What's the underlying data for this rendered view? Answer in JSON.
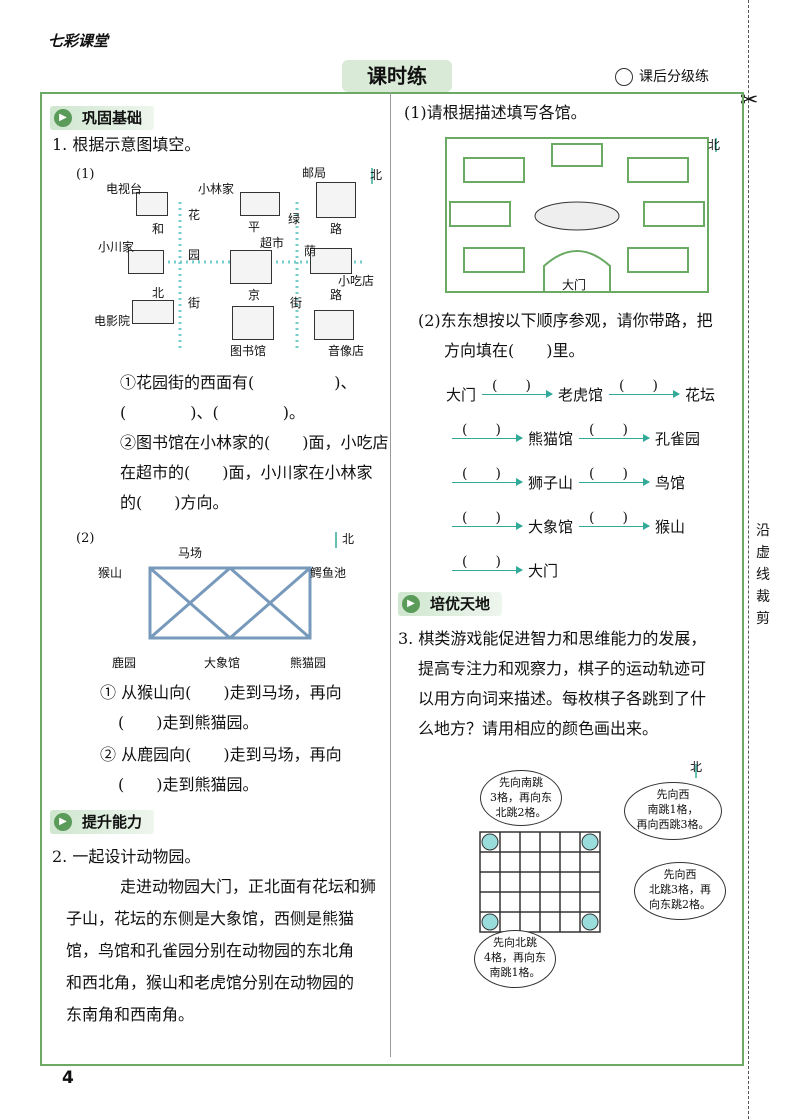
{
  "brand": "七彩课堂",
  "header": {
    "title": "课时练",
    "right": "课后分级练"
  },
  "side_note": "沿虚线裁剪",
  "page_number": "4",
  "sections": {
    "s1": "巩固基础",
    "s2": "提升能力",
    "s3": "培优天地"
  },
  "q1": {
    "title": "1. 根据示意图填空。",
    "p1": "(1)",
    "map1": {
      "north": "北",
      "dianshitai": "电视台",
      "xiaolinjia": "小林家",
      "youju": "邮局",
      "xiaochuanjia": "小川家",
      "chaoshi": "超市",
      "xiaochidian": "小吃店",
      "dianyingyuan": "电影院",
      "tushuguan": "图书馆",
      "yinxiangdian": "音像店",
      "huayuan1": "花",
      "huayuan2": "和",
      "huayuan3": "园",
      "huayuan4": "北",
      "huayuan5": "街",
      "pingjing1": "平",
      "pingjing2": "京",
      "lvyin1": "绿",
      "lvyin2": "路",
      "lvyin3": "荫",
      "lvyin4": "路",
      "lvyin5": "街"
    },
    "a1": "①花园街的西面有(　　　　　)、",
    "a2": "(　　　　)、(　　　　)。",
    "b1": "②图书馆在小林家的(　　)面，小吃店",
    "b2": "在超市的(　　)面，小川家在小林家",
    "b3": "的(　　)方向。",
    "p2": "(2)",
    "map2": {
      "north": "北",
      "houshan": "猴山",
      "machang": "马场",
      "eyuchi": "鳄鱼池",
      "luyuan": "鹿园",
      "daxiangguan": "大象馆",
      "xiongmaoyuan": "熊猫园"
    },
    "c1": "① 从猴山向(　　)走到马场，再向",
    "c2": "(　　)走到熊猫园。",
    "d1": "② 从鹿园向(　　)走到马场，再向",
    "d2": "(　　)走到熊猫园。"
  },
  "q2": {
    "title": "2. 一起设计动物园。",
    "body": [
      "走进动物园大门，正北面有花坛和狮",
      "子山，花坛的东侧是大象馆，西侧是熊猫",
      "馆，鸟馆和孔雀园分别在动物园的东北角",
      "和西北角，猴山和老虎馆分别在动物园的",
      "东南角和西南角。"
    ],
    "sub1": "(1)请根据描述填写各馆。",
    "north": "北",
    "gate": "大门",
    "sub2a": "(2)东东想按以下顺序参观，请你带路，把",
    "sub2b": "方向填在(　　)里。",
    "paren": "(　　)",
    "route": {
      "r1a": "大门",
      "r1b": "老虎馆",
      "r1c": "花坛",
      "r2a": "熊猫馆",
      "r2b": "孔雀园",
      "r3a": "狮子山",
      "r3b": "鸟馆",
      "r4a": "大象馆",
      "r4b": "猴山",
      "r5a": "大门"
    }
  },
  "q3": {
    "lines": [
      "3. 棋类游戏能促进智力和思维能力的发展，",
      "提高专注力和观察力，棋子的运动轨迹可",
      "以用方向词来描述。每枚棋子各跳到了什",
      "么地方？请用相应的颜色画出来。"
    ],
    "north": "北",
    "bubble1": [
      "先向南跳",
      "3格，再向东",
      "北跳2格。"
    ],
    "bubble2": [
      "先向西",
      "南跳1格，",
      "再向西跳3格。"
    ],
    "bubble3": [
      "先向西",
      "北跳3格，再",
      "向东跳2格。"
    ],
    "bubble4": [
      "先向北跳",
      "4格，再向东",
      "南跳1格。"
    ]
  }
}
